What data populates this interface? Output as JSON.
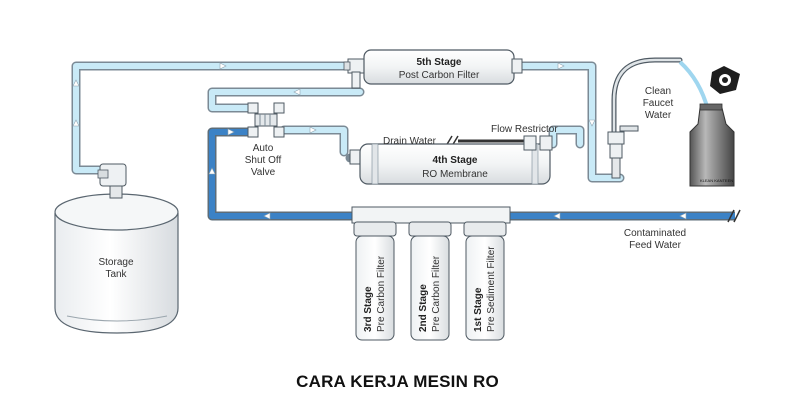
{
  "title": "CARA KERJA MESIN RO",
  "storage_tank": {
    "line1": "Storage",
    "line2": "Tank"
  },
  "stage5": {
    "title": "5th Stage",
    "subtitle": "Post Carbon Filter"
  },
  "stage4": {
    "title": "4th Stage",
    "subtitle": "RO Membrane"
  },
  "stage3": {
    "title": "3rd Stage",
    "subtitle": "Pre Carbon Filter"
  },
  "stage2": {
    "title": "2nd Stage",
    "subtitle": "Pre Carbon Filter"
  },
  "stage1": {
    "title": "1st Stage",
    "subtitle": "Pre Sediment Filter"
  },
  "auto_valve": {
    "line1": "Auto",
    "line2": "Shut Off",
    "line3": "Valve"
  },
  "drain_water": "Drain Water",
  "flow_restrictor": "Flow Restrictor",
  "faucet": {
    "line1": "Clean",
    "line2": "Faucet",
    "line3": "Water"
  },
  "feed_water": {
    "line1": "Contaminated",
    "line2": "Feed Water"
  },
  "bottle_logo": "KLEAN KANTEEN",
  "colors": {
    "clean_water": "#bfe3f2",
    "feed_water": "#3b7fc4",
    "drain": "#222222",
    "outline": "#5a6670"
  }
}
